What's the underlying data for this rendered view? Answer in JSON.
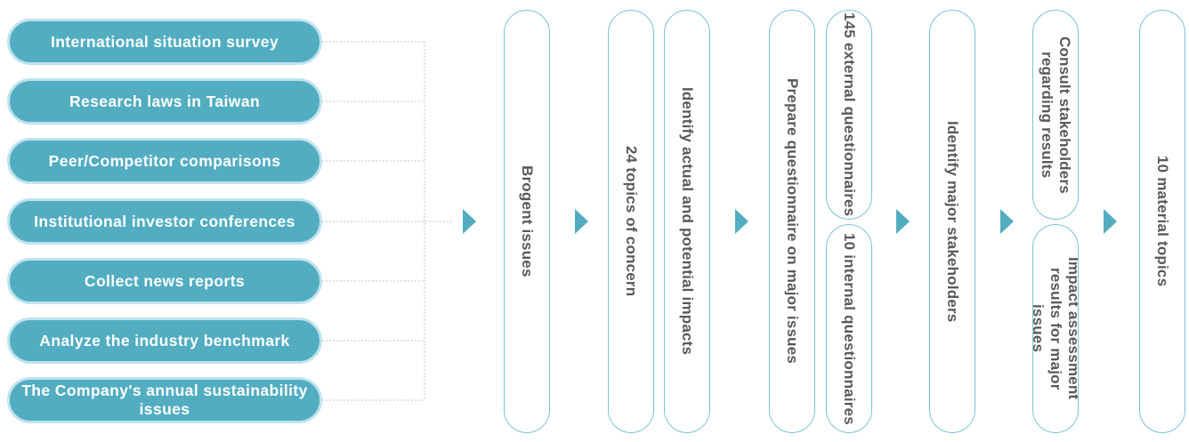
{
  "sources": [
    "International situation survey",
    "Research laws in Taiwan",
    "Peer/Competitor comparisons",
    "Institutional investor conferences",
    "Collect news reports",
    "Analyze the industry benchmark",
    "The Company's annual sustainability issues"
  ],
  "steps": {
    "brogent_issues": "Brogent issues",
    "topics_of_concern": "24 topics of concern",
    "identify_impacts": "Identify actual and potential impacts",
    "prepare_questionnaire": "Prepare questionnaire on major issues",
    "external_questionnaires": "145 external questionnaires",
    "internal_questionnaires": "10 internal questionnaires",
    "identify_stakeholders": "Identify major stakeholders",
    "consult_stakeholders": "Consult stakeholders regarding results",
    "impact_assessment": "Impact assessment results for major issues",
    "material_topics": "10 material topics"
  },
  "colors": {
    "accent": "#52adc1",
    "accent_border": "#bfe3ee",
    "pill_border": "#7cc3d6",
    "step_text": "#595959",
    "source_text": "#ffffff"
  }
}
